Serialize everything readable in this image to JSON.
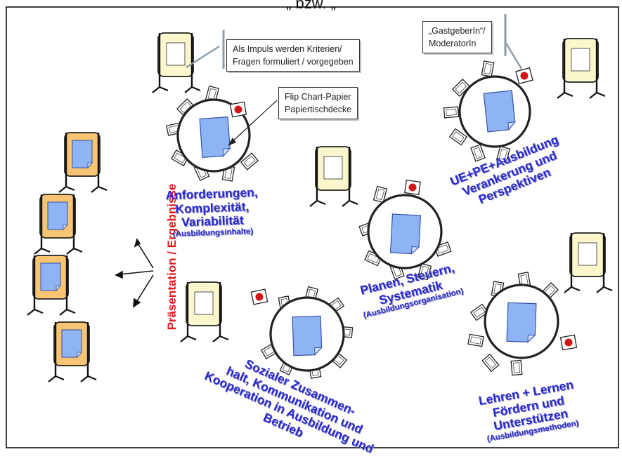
{
  "header": {
    "title": "„  bzw.                                       „"
  },
  "callouts": {
    "impulse": {
      "line1": "Als Impuls  werden Kriterien/",
      "line2": "Fragen formuliert / vorgegeben"
    },
    "paper": {
      "line1": "Flip Chart-Papier",
      "line2": "Papiertischdecke"
    },
    "host": {
      "line1": "„GastgeberIn“/",
      "line2": "ModeratorIn"
    }
  },
  "presentation_label": "Präsentation / Ergebnisse",
  "tables": {
    "t1": {
      "lines": [
        "Anforderungen,",
        "Komplexität,",
        "Variabilität"
      ],
      "sub": "(Ausbildungsinhalte)"
    },
    "t2": {
      "lines": [
        "UE+PE+Ausbildung",
        "Verankerung und",
        "Perspektiven"
      ]
    },
    "t3": {
      "lines": [
        "Planen, Steuern,",
        "Systematik"
      ],
      "sub": "(Ausbildungsorganisation)"
    },
    "t4": {
      "lines": [
        "Sozialer Zusammen-",
        "halt, Kommunikation und",
        "Kooperation in Ausbildung und",
        "Betrieb"
      ]
    },
    "t5": {
      "lines": [
        "Lehren + Lernen",
        "Fördern und",
        "Unterstützen"
      ],
      "sub": "(Ausbildungsmethoden)"
    }
  },
  "colors": {
    "flipchart_fill": "#fbf7cd",
    "presentation_fill": "#f7c474",
    "paper_fill": "#8fb4f5",
    "label_blue": "#2a2acb",
    "marker_red": "#d21616",
    "presentation_red": "#e01b1b"
  }
}
